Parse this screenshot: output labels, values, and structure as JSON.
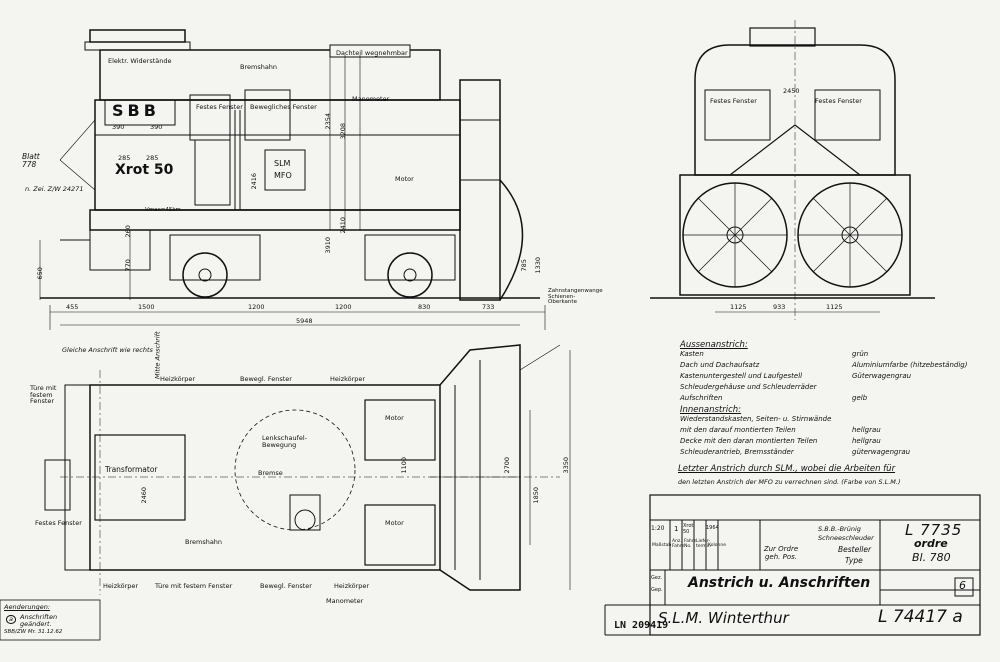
{
  "side_view": {
    "labels": {
      "roof_removable": "Dachteil wegnehmbar",
      "resistors": "Elektr. Widerstände",
      "brake_cock": "Bremshahn",
      "manometer": "Manometer",
      "fixed_window": "Festes Fenster",
      "movable_window": "Bewegliches Fenster",
      "motor": "Motor",
      "sbb": "SBB",
      "number": "Xrot 50",
      "slm": "SLM",
      "mfo": "MFO",
      "blatt": "Blatt 778",
      "drawing_ref": "n. Zei. Z/W 24271",
      "rail_top": "Zahnstangenwange Schienen-Oberkante",
      "vmax": "Vmax=45km"
    },
    "dimensions": {
      "d455": "455",
      "d1500": "1500",
      "d1200a": "1200",
      "d1200b": "1200",
      "d830": "830",
      "d733": "733",
      "d5948": "5948",
      "d650": "650",
      "d770": "770",
      "d260": "260",
      "d390a": "390",
      "d390b": "390",
      "d285a": "285",
      "d285b": "285",
      "d785": "785",
      "d1330": "1330",
      "d3910": "3910",
      "d2410": "2410",
      "d2354": "2354",
      "d3208": "3208",
      "d2416": "2416"
    }
  },
  "front_view": {
    "labels": {
      "fixed_window_1": "Festes Fenster",
      "fixed_window_2": "Festes Fenster"
    },
    "dimensions": {
      "d2450": "2450",
      "d933": "933",
      "d1125a": "1125",
      "d1125b": "1125"
    }
  },
  "plan_view": {
    "labels": {
      "same_lettering": "Gleiche Anschrift wie rechts",
      "middle": "Mitte Anschrift",
      "heater_top": "Heizkörper",
      "movable_window_top": "Bewegl. Fenster",
      "heater_top2": "Heizkörper",
      "door": "Türe mit festem Fenster",
      "transformer": "Transformator",
      "fixed_window": "Festes Fenster",
      "steer_shovel": "Lenkschaufel-Bewegung",
      "brake": "Bremse",
      "motor_1": "Motor",
      "motor_2": "Motor",
      "brake_cock": "Bremshahn",
      "heater_bottom": "Heizkörper",
      "door_bottom": "Türe mit festem Fenster",
      "movable_window_bottom": "Bewegl. Fenster",
      "heater_bottom2": "Heizkörper",
      "manometer": "Manometer"
    },
    "dimensions": {
      "d2460": "2460",
      "d1100": "1100",
      "d2700": "2700",
      "d1850": "1850",
      "d3350": "3350"
    }
  },
  "paint_schedule": {
    "exterior_title": "Aussenanstrich:",
    "exterior": [
      {
        "item": "Kasten",
        "value": "grün"
      },
      {
        "item": "Dach und Dachaufsatz",
        "value": "Aluminiumfarbe (hitzebeständig)"
      },
      {
        "item": "Kastenuntergestell und Laufgestell",
        "value": "Güterwagengrau"
      },
      {
        "item": "Schleudergehäuse und Schleuderräder",
        "value": ""
      },
      {
        "item": "Aufschriften",
        "value": "gelb"
      }
    ],
    "interior_title": "Innenanstrich:",
    "interior": [
      {
        "item": "Wiederstandskasten, Seiten- u. Stirnwände",
        "value": ""
      },
      {
        "item": "mit den darauf montierten Teilen",
        "value": "hellgrau"
      },
      {
        "item": "Decke mit den daran montierten Teilen",
        "value": "hellgrau"
      },
      {
        "item": "Schleuderantrieb, Bremsständer",
        "value": "güterwagengrau"
      }
    ],
    "note_line1": "Letzter Anstrich durch SLM., wobei die Arbeiten für",
    "note_line2": "den letzten Anstrich der MFO zu verrechnen sind. (Farbe von S.L.M.)"
  },
  "revision": {
    "title": "Aenderungen:",
    "mark": "a",
    "text": "Anschriften geändert.",
    "signature": "SBB/ZW Mr. 31.12.62"
  },
  "title_block": {
    "scale": "1:20",
    "sheet_no": "1",
    "krot": "Xrot 50",
    "year": "1964",
    "col1": "Maßstab",
    "col2": "Anz. Fahrz.",
    "col3": "Fahrz. No.",
    "col4": "Liefer- termin",
    "col5": "Kolonne",
    "order_ref": "Zur Ordre geh. Pos.",
    "client_1": "S.B.B.-Brünig",
    "client_2": "Schneeschleuder",
    "customer_label": "Besteller",
    "type_label": "Type",
    "order_number": "L 7735",
    "ordre": "ordre",
    "bl_number": "Bl. 780",
    "gez": "Gez.",
    "gep": "Gep.",
    "title": "Anstrich u. Anschriften",
    "sheet_box": "6",
    "company": "S.L.M. Winterthur",
    "drawing_number": "L 74417 a"
  },
  "stamp": "LN 209419"
}
